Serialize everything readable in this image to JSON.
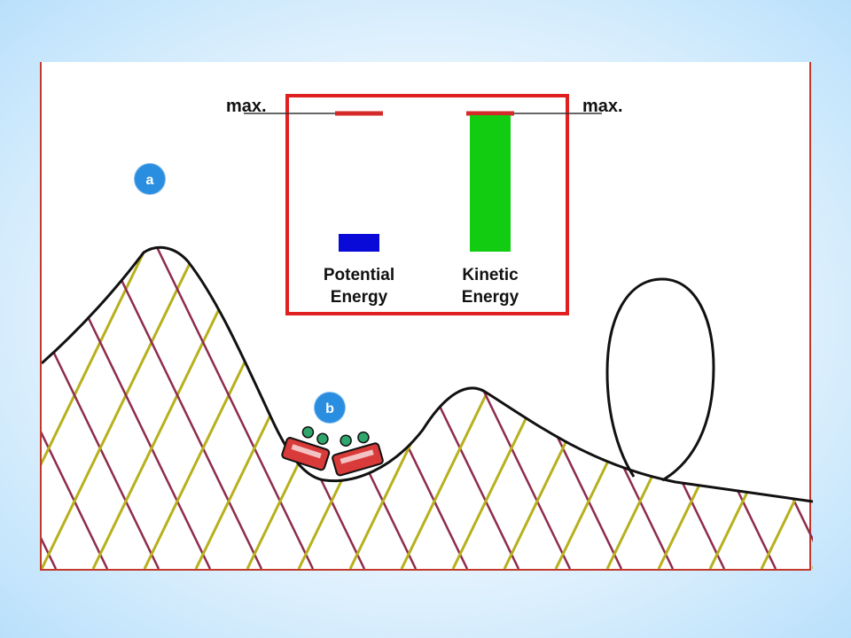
{
  "colors": {
    "frame_border": "#c0392b",
    "meter_border": "#e02020",
    "max_marker": "#d42a2a",
    "potential_bar": "#0a0ad8",
    "kinetic_bar": "#12cc12",
    "marker_circle": "#2a8ee0",
    "track": "#111111",
    "support_olive": "#b7b01e",
    "support_maroon": "#8e2c4c",
    "car_body": "#d93a3a"
  },
  "markers": {
    "a": {
      "label": "a"
    },
    "b": {
      "label": "b"
    }
  },
  "energy_meter": {
    "left_max_label": "max.",
    "right_max_label": "max.",
    "bars": [
      {
        "id": "potential",
        "line1": "Potential",
        "line2": "Energy",
        "fraction": 0.1
      },
      {
        "id": "kinetic",
        "line1": "Kinetic",
        "line2": "Energy",
        "fraction": 1.0
      }
    ]
  },
  "icons": [
    "roller-coaster-car-icon",
    "rider-icon"
  ]
}
